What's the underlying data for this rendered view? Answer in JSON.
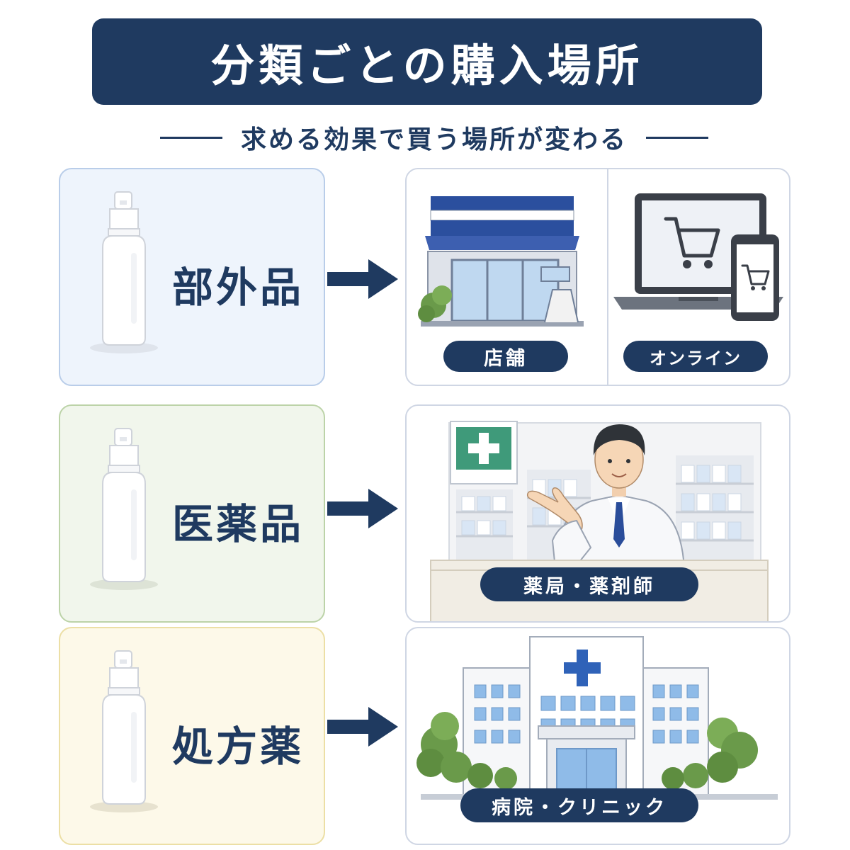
{
  "header": {
    "title": "分類ごとの購入場所",
    "subtitle": "求める効果で買う場所が変わる"
  },
  "rows": [
    {
      "category": "部外品",
      "places": [
        "店舗",
        "オンライン"
      ],
      "icons": [
        "spray-bottle-icon",
        "convenience-store-icon",
        "laptop-cart-icon",
        "smartphone-cart-icon"
      ]
    },
    {
      "category": "医薬品",
      "places": [
        "薬局・薬剤師"
      ],
      "icons": [
        "spray-bottle-icon",
        "pharmacy-cross-icon",
        "pharmacist-icon"
      ]
    },
    {
      "category": "処方薬",
      "places": [
        "病院・クリニック"
      ],
      "icons": [
        "spray-bottle-icon",
        "hospital-icon"
      ]
    }
  ],
  "colors": {
    "navy": "#1f3a60",
    "card1_bg": "#eef4fc",
    "card1_border": "#b9cde9",
    "card2_bg": "#f1f6ec",
    "card2_border": "#bcd3a8",
    "card3_bg": "#fdf9e9",
    "card3_border": "#ecdfa5"
  }
}
